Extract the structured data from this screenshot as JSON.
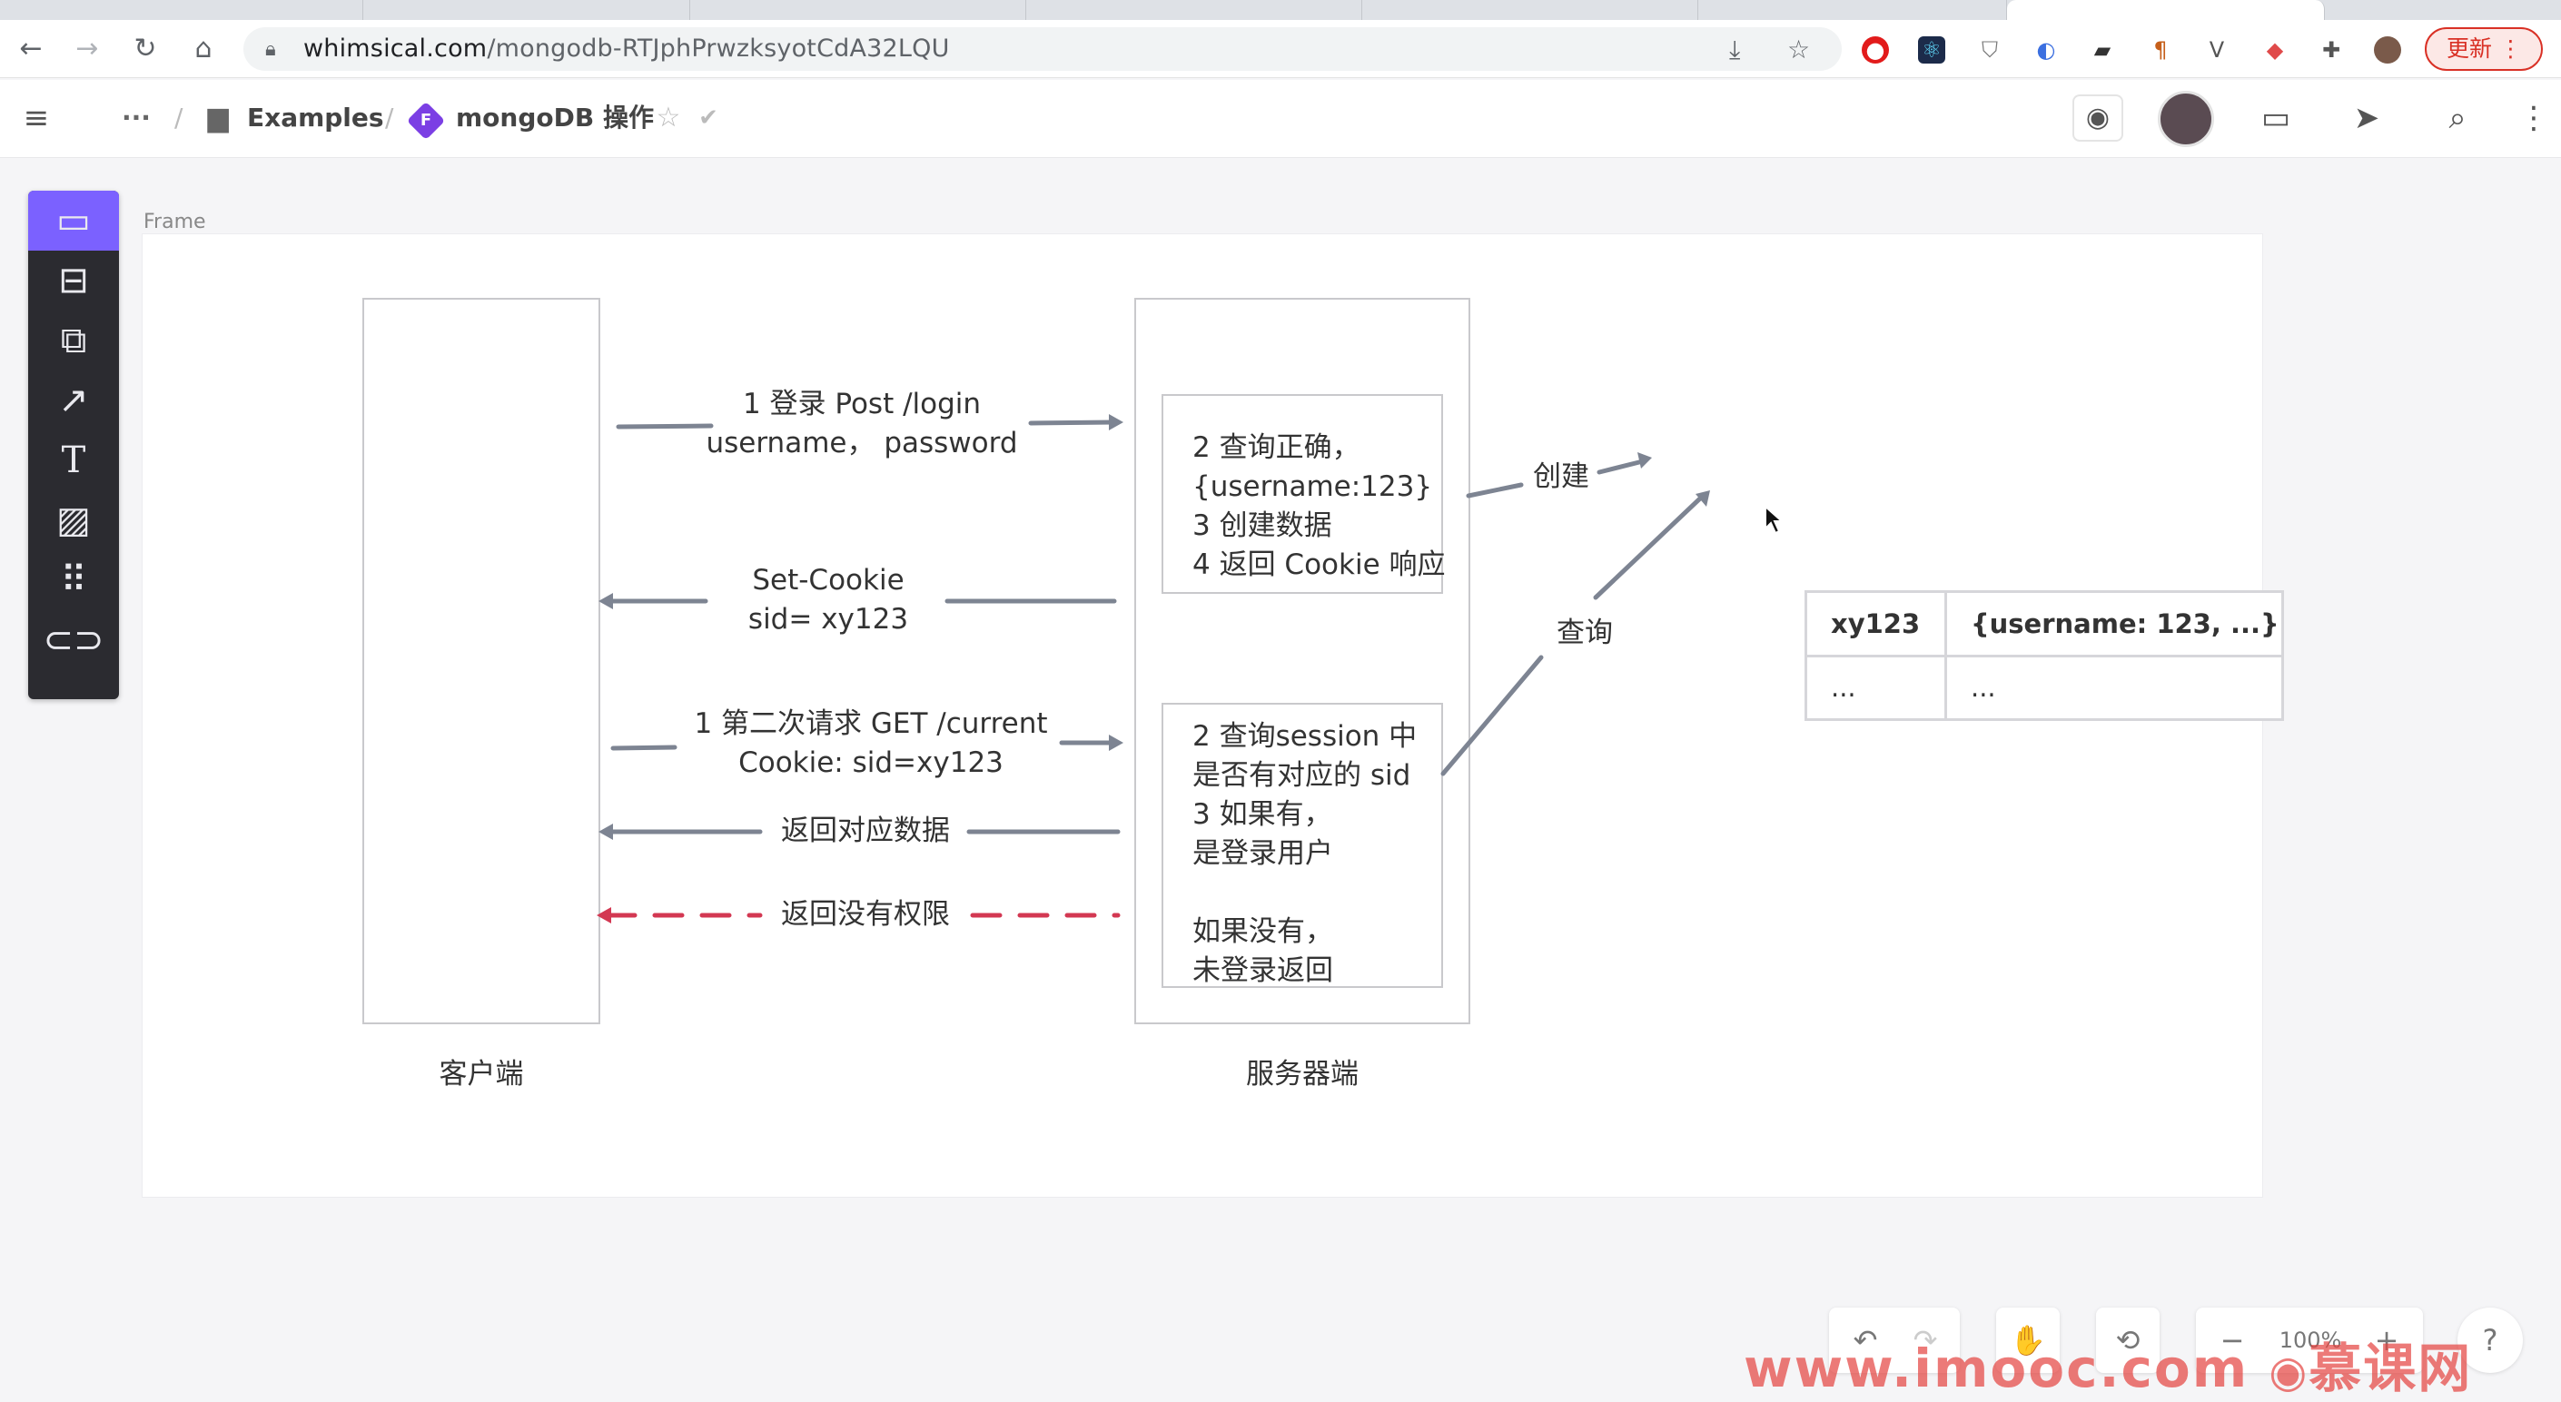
{
  "browser": {
    "url_host": "whimsical.com",
    "url_path": "/mongodb-RTJphPrwzksyotCdA32LQU",
    "update_label": "更新"
  },
  "app": {
    "breadcrumb_more": "···",
    "folder": "Examples",
    "doc_badge": "F",
    "doc_title": "mongoDB 操作",
    "accent": "#7b61ff"
  },
  "toolbar": {
    "tools": [
      "frame",
      "flowchart",
      "wireframe",
      "arrow",
      "text",
      "image",
      "grid",
      "link"
    ]
  },
  "canvas": {
    "frame_label": "Frame",
    "client_label": "客户端",
    "server_label": "服务器端",
    "arrows": {
      "login": "1 登录 Post /login\nusername， password",
      "set_cookie": "Set-Cookie\nsid= xy123",
      "second_request": "1 第二次请求 GET /current\nCookie: sid=xy123",
      "return_data": "返回对应数据",
      "no_permission": "返回没有权限",
      "create": "创建",
      "query": "查询"
    },
    "server_box_1": "2 查询正确，\n{username:123}\n3 创建数据\n4 返回 Cookie 响应",
    "server_box_2": "2 查询session 中\n是否有对应的 sid\n3 如果有，\n是登录用户\n\n如果没有，\n未登录返回",
    "table": {
      "rows": [
        [
          "xy123",
          "{username: 123, ...}"
        ],
        [
          "...",
          "..."
        ]
      ]
    },
    "arrow_color": "#7d8492",
    "error_color": "#d33852"
  },
  "bottom": {
    "zoom": "100%",
    "help": "?"
  },
  "watermark": "www.imooc.com",
  "watermark_cn": "慕课网"
}
